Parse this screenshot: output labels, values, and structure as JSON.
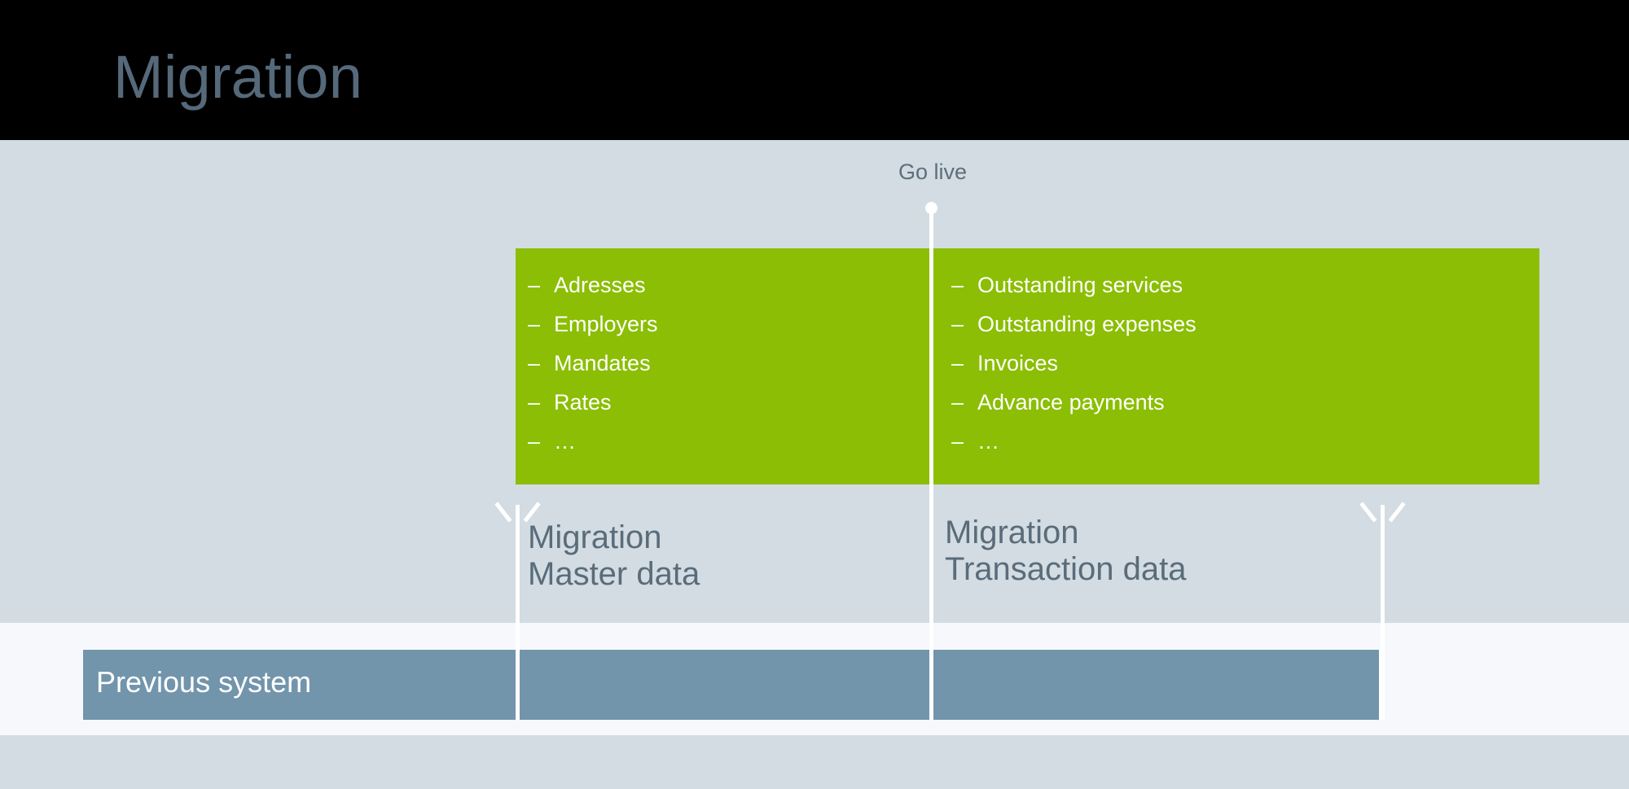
{
  "slide": {
    "title": "Migration"
  },
  "timeline": {
    "golive_label": "Go live",
    "marker_icon": "timeline-dot-icon"
  },
  "panel": {
    "color": "#8bbe04",
    "columns": [
      {
        "id": "master-data",
        "items": [
          "Adresses",
          "Employers",
          "Mandates",
          "Rates",
          "…"
        ],
        "dash": "–"
      },
      {
        "id": "transaction-data",
        "items": [
          "Outstanding services",
          "Outstanding expenses",
          "Invoices",
          "Advance payments",
          "…"
        ],
        "dash": "–"
      }
    ]
  },
  "captions": {
    "left": "Migration\nMaster data",
    "right": "Migration\nTransaction data"
  },
  "arrows": {
    "left_icon": "arrow-up-icon",
    "right_icon": "arrow-up-icon"
  },
  "previous_system": {
    "label": "Previous system",
    "color": "#7295ac"
  },
  "colors": {
    "header_bg": "#000000",
    "title_text": "#56697a",
    "body_bg": "#d2dce2",
    "light_band": "#f6f8fb",
    "accent_green": "#8bbe04",
    "steel_blue": "#7295ac",
    "line_white": "#ffffff",
    "caption_text": "#5a6c7a"
  }
}
